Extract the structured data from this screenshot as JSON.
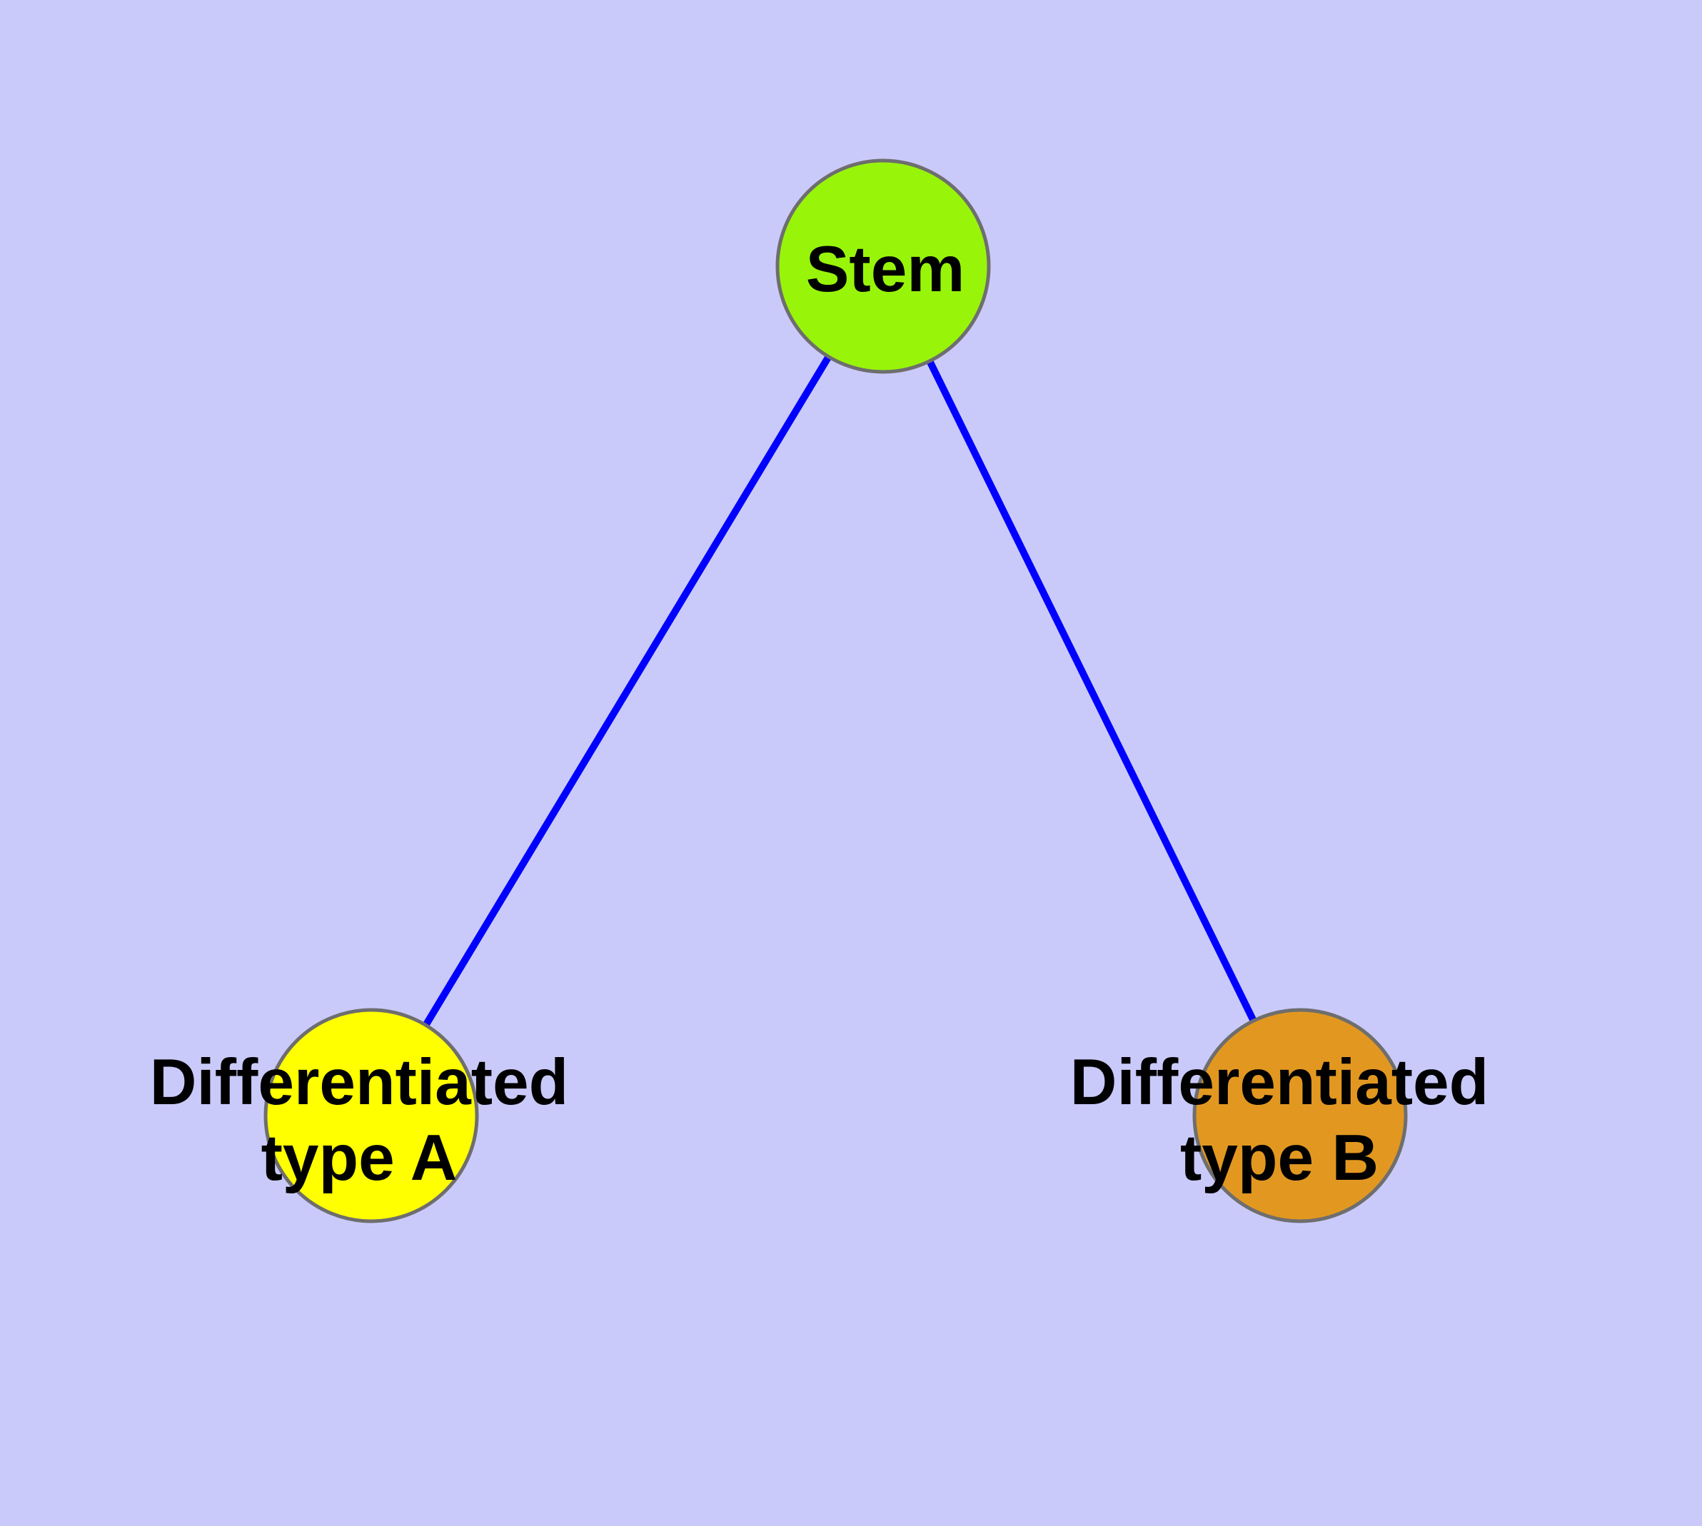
{
  "diagram": {
    "background_color": "#CACAFA",
    "edge_color": "#0000FF",
    "node_border_color": "#6E6E6E",
    "text_color": "#000000",
    "nodes": [
      {
        "id": "stem",
        "label": "Stem",
        "fill": "#98F50A"
      },
      {
        "id": "differentiated-type-a",
        "label": "Differentiated\ntype A",
        "fill": "#FFFF00"
      },
      {
        "id": "differentiated-type-b",
        "label": "Differentiated\ntype B",
        "fill": "#E29820"
      }
    ],
    "edges": [
      {
        "from": "Stem",
        "to": "Differentiated type A"
      },
      {
        "from": "Stem",
        "to": "Differentiated type B"
      }
    ]
  }
}
